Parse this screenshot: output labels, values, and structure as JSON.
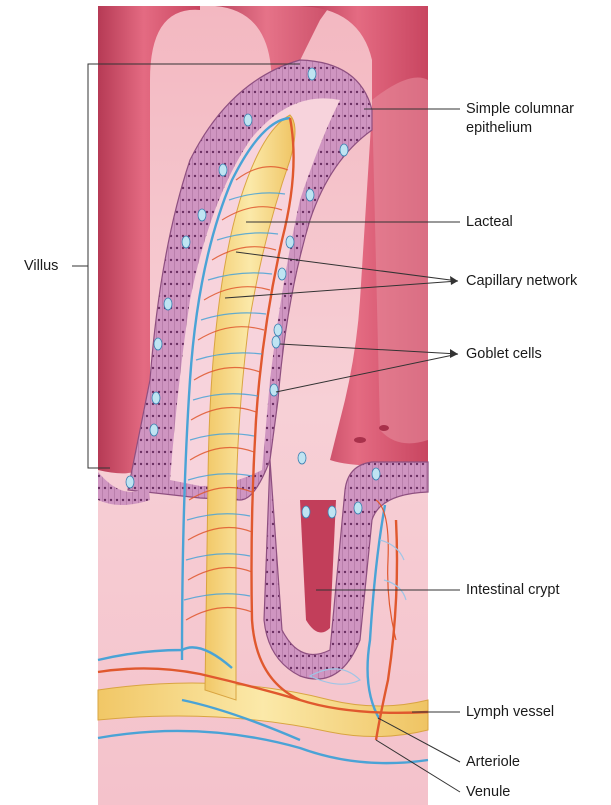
{
  "labels": {
    "villus": "Villus",
    "simple_columnar_epithelium": "Simple columnar\nepithelium",
    "lacteal": "Lacteal",
    "capillary_network": "Capillary network",
    "goblet_cells": "Goblet cells",
    "intestinal_crypt": "Intestinal crypt",
    "lymph_vessel": "Lymph vessel",
    "arteriole": "Arteriole",
    "venule": "Venule"
  },
  "colors": {
    "tissue_background": "#f5c9cf",
    "villus_fold": "#d9506a",
    "epithelium": "#c98bb8",
    "lacteal": "#f7dd8f",
    "capillary_blue": "#4aa3d6",
    "arteriole_red": "#e0582e",
    "goblet_cell": "#bfe4f2",
    "leader_line": "#333333"
  }
}
